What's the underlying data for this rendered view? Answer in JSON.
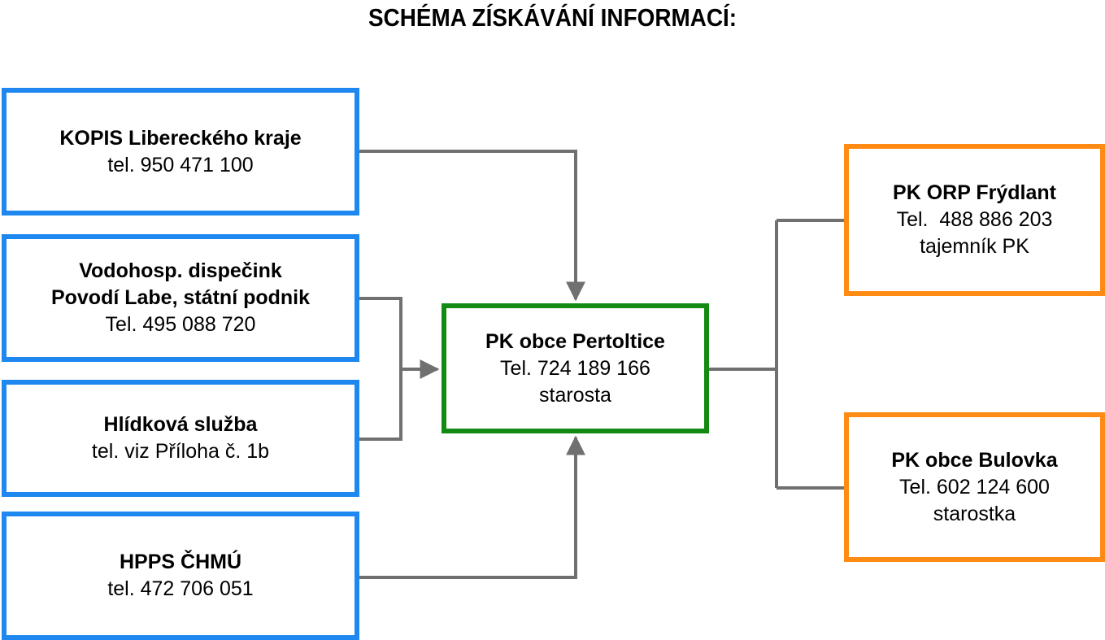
{
  "title": "SCHÉMA ZÍSKÁVÁNÍ INFORMACÍ:",
  "sources": [
    {
      "name": "KOPIS Libereckého kraje",
      "line2": "tel. 950 471 100"
    },
    {
      "name1": "Vodohosp. dispečink",
      "name2": "Povodí Labe, státní podnik",
      "line2": "Tel. 495 088 720"
    },
    {
      "name": "Hlídková služba",
      "line2": "tel. viz Příloha č. 1b"
    },
    {
      "name": "HPPS ČHMÚ",
      "line2": "tel. 472 706 051"
    }
  ],
  "center": {
    "name": "PK obce Pertoltice",
    "phone": "Tel. 724 189 166",
    "role": "starosta"
  },
  "targets": [
    {
      "name": "PK ORP Frýdlant",
      "phone": "Tel.  488 886 203",
      "role": "tajemník PK"
    },
    {
      "name": "PK obce Bulovka",
      "phone": "Tel. 602 124 600",
      "role": "starostka"
    }
  ],
  "colors": {
    "source_border": "#1e88f0",
    "center_border": "#138a12",
    "target_border": "#ff8a14",
    "connector": "#707070"
  }
}
